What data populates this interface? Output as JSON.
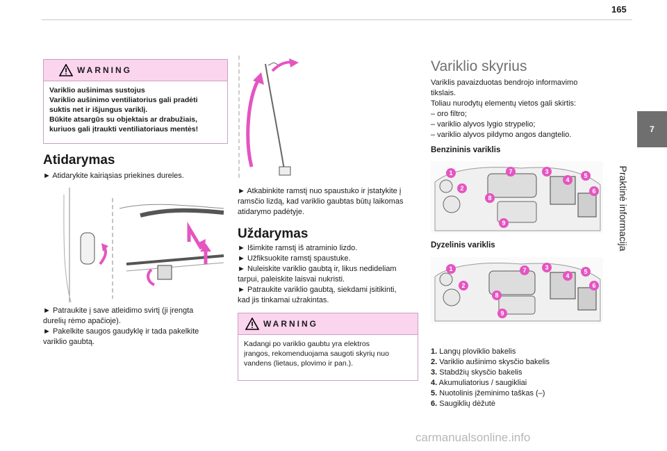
{
  "page": {
    "number": "165",
    "tab": "7",
    "section": "Praktinė informacija"
  },
  "warning1": {
    "title": "WARNING",
    "lines": [
      "Variklio aušinimas sustojus",
      "Variklio aušinimo ventiliatorius gali pradėti",
      "suktis net ir išjungus variklį.",
      "Būkite atsargūs su objektais ar drabužiais,",
      "kuriuos gali įtraukti ventiliatoriaus mentės!"
    ]
  },
  "opening": {
    "heading": "Atidarymas",
    "step1": "► Atidarykite kairiąsias priekines dureles.",
    "step2_lines": [
      "► Patraukite į save atleidimo svirtį (ji įrengta",
      "durelių rėmo apačioje)."
    ],
    "step3_lines": [
      "► Pakelkite saugos gaudyklę ir tada pakelkite",
      "variklio gaubtą."
    ],
    "step4_lines": [
      "► Atkabinkite ramstį nuo spaustuko ir įstatykite į",
      "ramsčio lizdą, kad variklio gaubtas būtų laikomas",
      "atidarymo padėtyje."
    ]
  },
  "closing": {
    "heading": "Uždarymas",
    "lines": [
      "► Išimkite ramstį iš atraminio lizdo.",
      "► Užfiksuokite ramstį spaustuke.",
      "► Nuleiskite variklio gaubtą ir, likus nedideliam",
      "tarpui, paleiskite laisvai nukristi.",
      "► Patraukite variklio gaubtą, siekdami įsitikinti,",
      "kad jis tinkamai užrakintas."
    ]
  },
  "warning2": {
    "title": "WARNING",
    "lines": [
      "Kadangi po variklio gaubtu yra elektros",
      "įrangos, rekomenduojama saugoti skyrių nuo",
      "vandens (lietaus, plovimo ir pan.)."
    ]
  },
  "engine_bay": {
    "heading": "Variklio skyrius",
    "intro_lines": [
      "Variklis pavaizduotas bendrojo informavimo",
      "tikslais.",
      "Toliau nurodytų elementų vietos gali skirtis:",
      "– oro filtro;",
      "– variklio alyvos lygio strypelio;",
      "– variklio alyvos pildymo angos dangtelio."
    ],
    "petrol_label": "Benzininis variklis",
    "diesel_label": "Dyzelinis variklis",
    "badges": [
      "1",
      "2",
      "3",
      "4",
      "5",
      "6",
      "7",
      "8",
      "9"
    ],
    "items": [
      {
        "num": "1.",
        "text": "Langų ploviklio bakelis"
      },
      {
        "num": "2.",
        "text": "Variklio aušinimo skysčio bakelis"
      },
      {
        "num": "3.",
        "text": "Stabdžių skysčio bakelis"
      },
      {
        "num": "4.",
        "text": "Akumuliatorius / saugikliai"
      },
      {
        "num": "5.",
        "text": "Nuotolinis įžeminimo taškas (–)"
      },
      {
        "num": "6.",
        "text": "Saugiklių dėžutė"
      }
    ]
  },
  "watermark": "carmanualsonline.info",
  "colors": {
    "accent": "#e455c1",
    "warning_bg": "#fbd4ee",
    "tab_bg": "#6f6f6f"
  }
}
